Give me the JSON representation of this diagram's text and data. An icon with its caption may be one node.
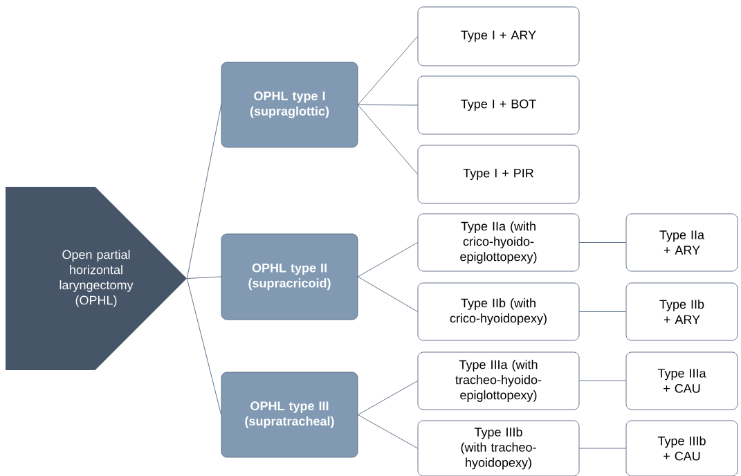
{
  "diagram": {
    "nodes": [
      {
        "text": [
          "Open partial horizontal laryngectomy (OPHL)"
        ]
      },
      {
        "text": [
          "OPHL type I (supraglottic)"
        ]
      },
      {
        "text": [
          "Type I + ARY"
        ]
      },
      {
        "text": [
          "Type I + BOT"
        ]
      },
      {
        "text": [
          "Type I + PIR"
        ]
      },
      {
        "text": [
          "OPHL type II (supracricoid)"
        ]
      },
      {
        "text": [
          "Type IIa (with crico-hyoido-epiglottopexy)"
        ]
      },
      {
        "text": [
          "Type IIa + ARY"
        ]
      },
      {
        "text": [
          "Type IIb (with crico-hyoidopexy)"
        ]
      },
      {
        "text": [
          "Type IIb + ARY"
        ]
      },
      {
        "text": [
          "OPHL type III (supratracheal)"
        ]
      },
      {
        "text": [
          "Type IIIa (with tracheo-hyoido-epiglottopexy)"
        ]
      },
      {
        "text": [
          "Type IIIa + CAU"
        ]
      },
      {
        "text": [
          "Type IIIb (with tracheo-hyoidopexy)"
        ]
      },
      {
        "text": [
          "Type IIIb + CAU"
        ]
      }
    ],
    "edges": [
      {
        "from": 0,
        "to": 1,
        "arrow": "none"
      },
      {
        "from": 0,
        "to": 5,
        "arrow": "none"
      },
      {
        "from": 0,
        "to": 10,
        "arrow": "none"
      },
      {
        "from": 1,
        "to": 2,
        "arrow": "none"
      },
      {
        "from": 1,
        "to": 3,
        "arrow": "none"
      },
      {
        "from": 1,
        "to": 4,
        "arrow": "none"
      },
      {
        "from": 5,
        "to": 6,
        "arrow": "none"
      },
      {
        "from": 5,
        "to": 8,
        "arrow": "none"
      },
      {
        "from": 6,
        "to": 7,
        "arrow": "none"
      },
      {
        "from": 8,
        "to": 9,
        "arrow": "none"
      },
      {
        "from": 10,
        "to": 11,
        "arrow": "none"
      },
      {
        "from": 10,
        "to": 13,
        "arrow": "none"
      },
      {
        "from": 11,
        "to": 12,
        "arrow": "none"
      },
      {
        "from": 13,
        "to": 14,
        "arrow": "none"
      }
    ]
  }
}
